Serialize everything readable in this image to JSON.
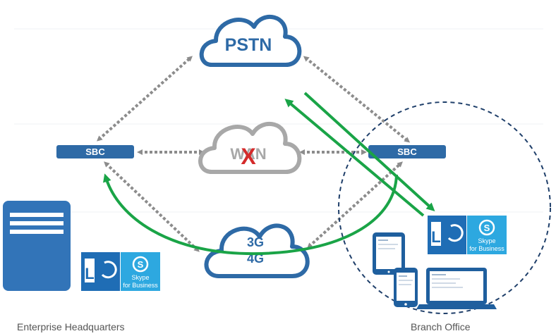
{
  "clouds": {
    "pstn": {
      "label": "PSTN"
    },
    "wan": {
      "label": "WAN",
      "failed_mark": "X"
    },
    "mobile": {
      "line1": "3G",
      "line2": "4G"
    }
  },
  "sbc": {
    "left_label": "SBC",
    "right_label": "SBC"
  },
  "skype_tile": {
    "logo_letter": "L",
    "brand_line1": "Skype",
    "brand_line2": "for Business"
  },
  "sites": {
    "hq_label": "Enterprise Headquarters",
    "branch_label": "Branch Office"
  },
  "colors": {
    "cloud_blue": "#2e6aa6",
    "cloud_gray": "#a8a8a8",
    "sbc_blue": "#2e6aa6",
    "arrow_gray": "#8c8c8c",
    "arrow_green": "#1aa447",
    "fail_red": "#d42a2a",
    "server_blue": "#3274b8",
    "lync_blue": "#1f6db5",
    "skype_blue": "#2da8e0"
  }
}
